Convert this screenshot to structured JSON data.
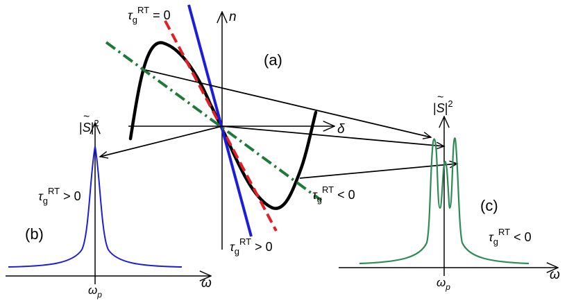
{
  "panel_a": {
    "label": "(a)",
    "axis_n": "n",
    "axis_delta": "δ",
    "line_zero": {
      "tau": "τ",
      "sub": "g",
      "sup": "RT",
      "rel": " = 0"
    },
    "line_pos": {
      "tau": "τ",
      "sub": "g",
      "sup": "RT",
      "rel": " > 0"
    },
    "line_neg": {
      "tau": "τ",
      "sub": "g",
      "sup": "RT",
      "rel": " < 0"
    }
  },
  "panel_b": {
    "label": "(b)",
    "y_label": {
      "open": "|",
      "s": "S",
      "tilde": "~",
      "close": "|",
      "pow": "2"
    },
    "x_label": "ω",
    "tick": {
      "w": "ω",
      "sub": "p"
    },
    "cond": {
      "tau": "τ",
      "sub": "g",
      "sup": "RT",
      "rel": " > 0"
    }
  },
  "panel_c": {
    "label": "(c)",
    "y_label": {
      "open": "|",
      "s": "S",
      "tilde": "~",
      "close": "|",
      "pow": "2"
    },
    "x_label": "ω",
    "tick": {
      "w": "ω",
      "sub": "p"
    },
    "cond": {
      "tau": "τ",
      "sub": "g",
      "sup": "RT",
      "rel": " < 0"
    }
  },
  "colors": {
    "curve": "#000000",
    "line_zero": "#e31e24",
    "line_pos": "#1c1cdc",
    "line_neg": "#1f7a3a",
    "spectrum_b": "#1c1cdc",
    "spectrum_c": "#2e8b57"
  }
}
